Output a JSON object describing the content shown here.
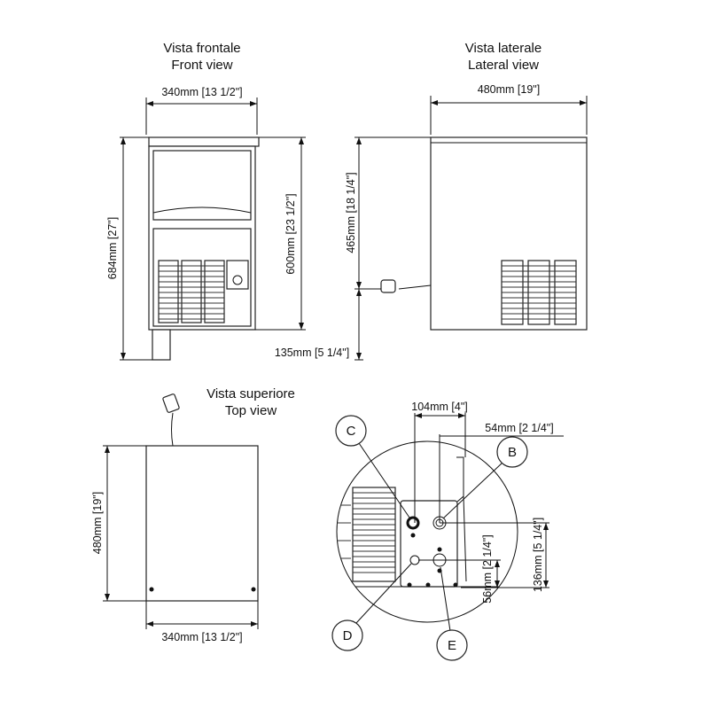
{
  "front_view": {
    "title_it": "Vista frontale",
    "title_en": "Front view",
    "width": "340mm [13 1/2\"]",
    "height_total": "684mm [27\"]",
    "height_body": "600mm [23 1/2\"]"
  },
  "lateral_view": {
    "title_it": "Vista laterale",
    "title_en": "Lateral view",
    "depth": "480mm [19\"]",
    "height_connection": "465mm [18 1/4\"]",
    "height_connection_low": "135mm [5 1/4\"]"
  },
  "top_view": {
    "title_it": "Vista superiore",
    "title_en": "Top  view",
    "depth": "480mm [19\"]",
    "width": "340mm [13 1/2\"]"
  },
  "detail": {
    "dim_horizontal_1": "104mm [4\"]",
    "dim_horizontal_2": "54mm [2 1/4\"]",
    "dim_vertical_1": "56mm [2 1/4\"]",
    "dim_vertical_2": "136mm [5 1/4\"]",
    "labels": [
      "C",
      "B",
      "D",
      "E"
    ]
  }
}
